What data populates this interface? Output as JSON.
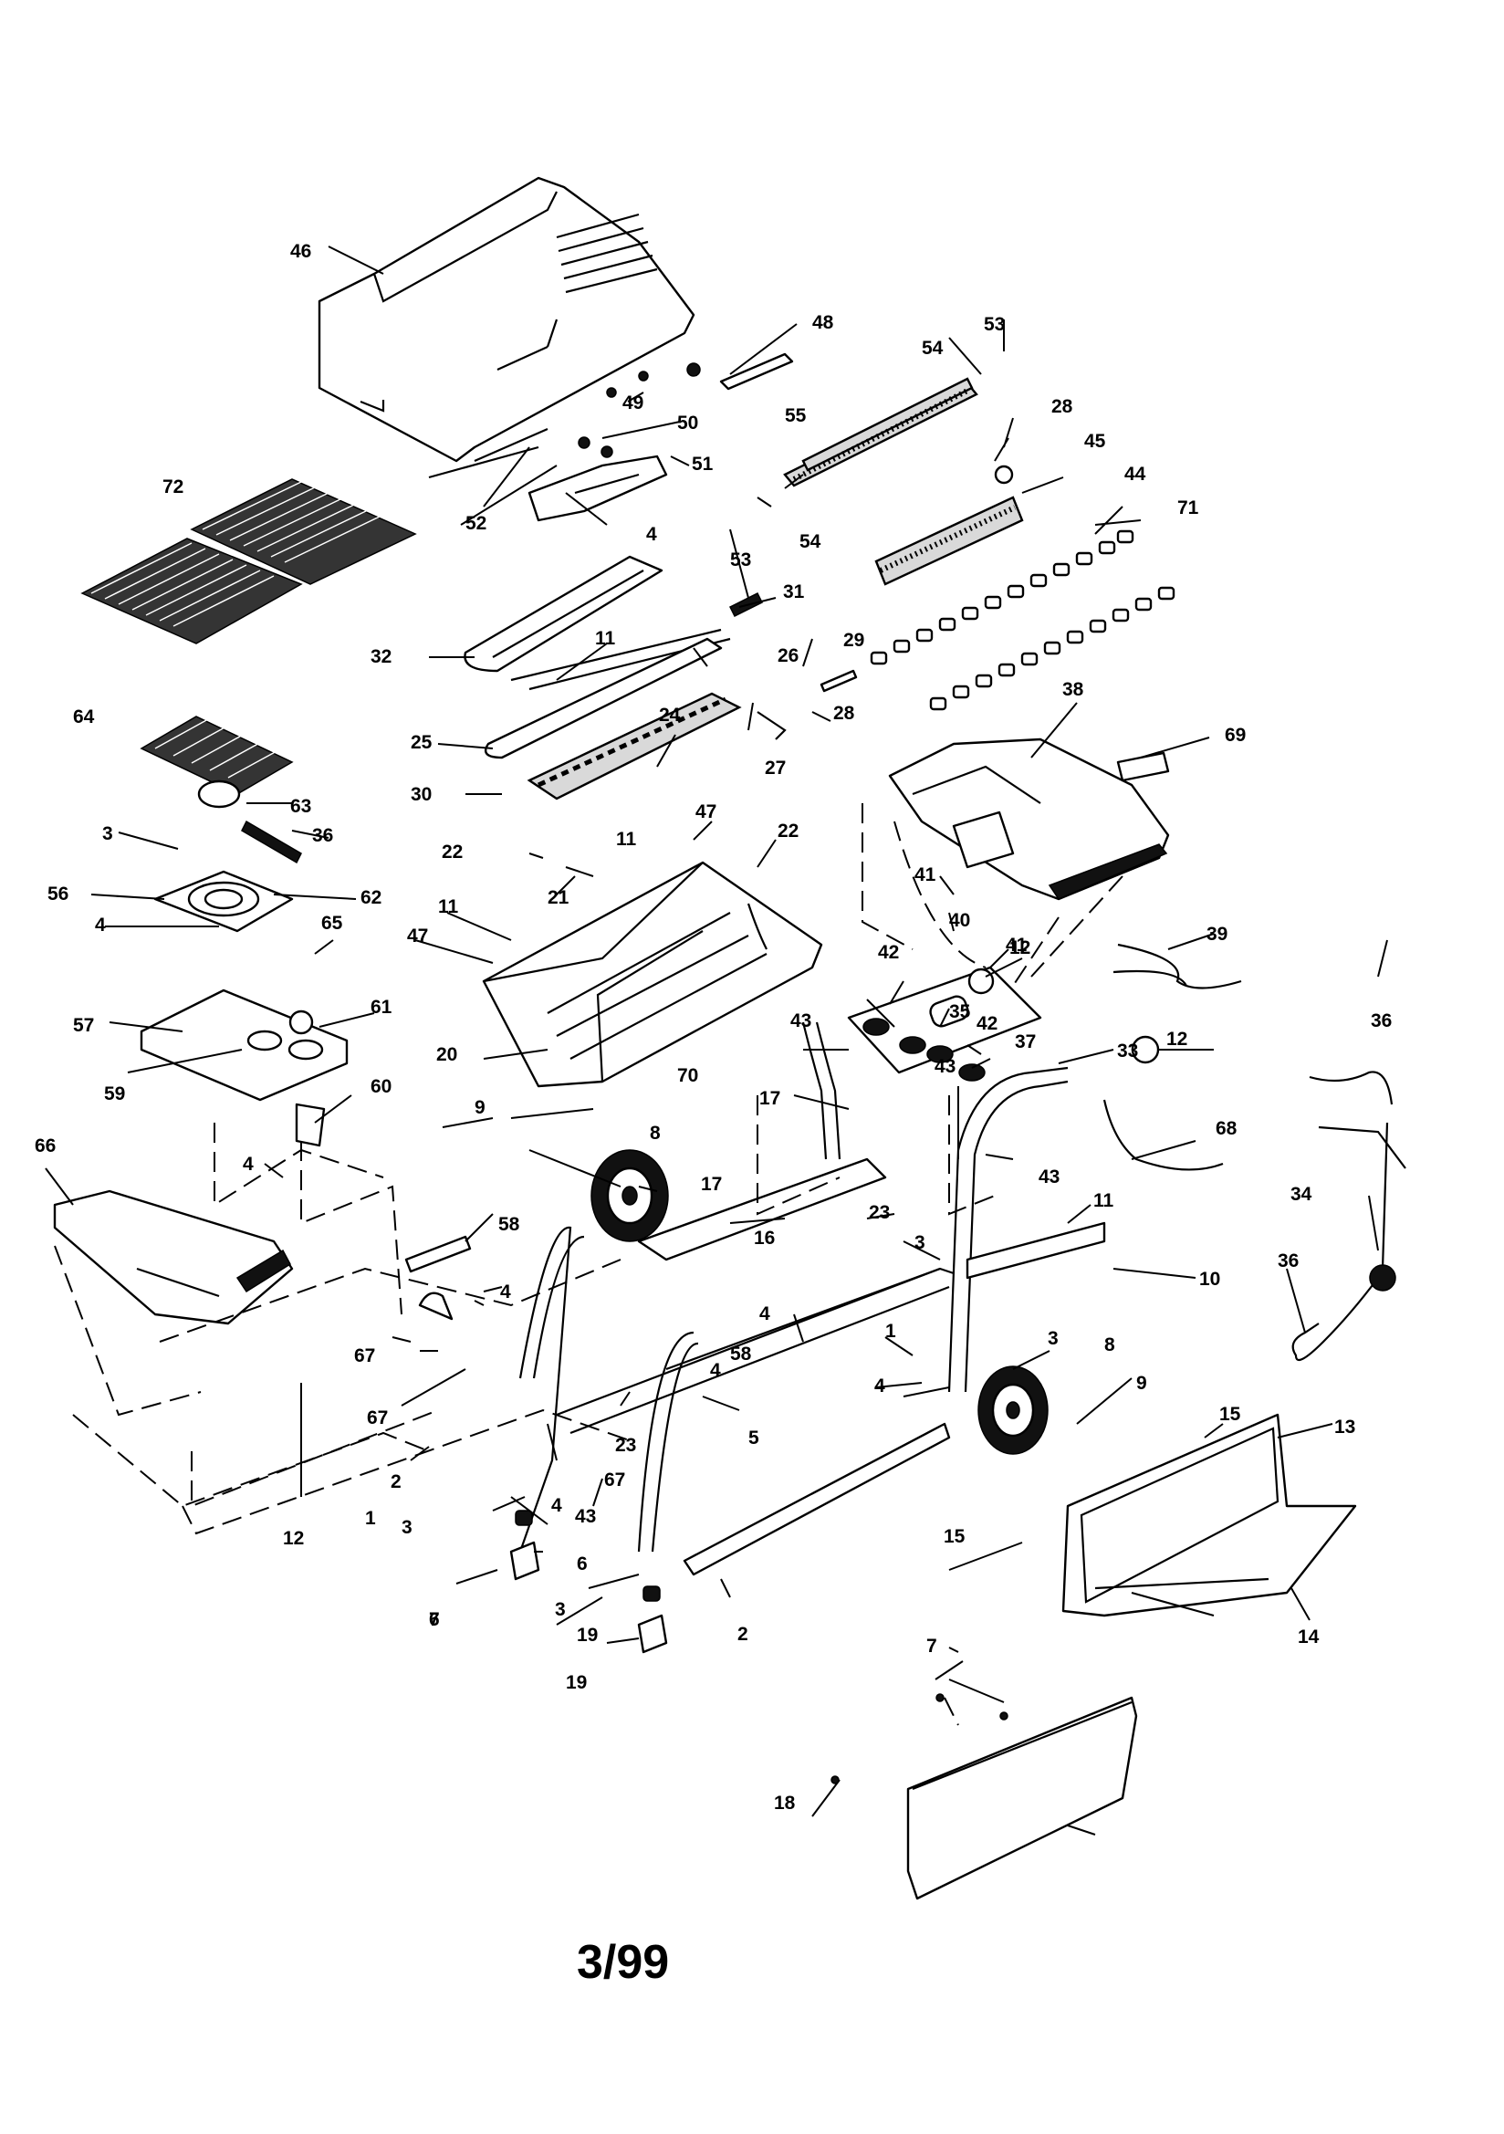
{
  "page_ref": "3/99",
  "callouts": [
    {
      "label": "46"
    },
    {
      "label": "48"
    },
    {
      "label": "53"
    },
    {
      "label": "54"
    },
    {
      "label": "49"
    },
    {
      "label": "50"
    },
    {
      "label": "51"
    },
    {
      "label": "52"
    },
    {
      "label": "4"
    },
    {
      "label": "55"
    },
    {
      "label": "28"
    },
    {
      "label": "45"
    },
    {
      "label": "44"
    },
    {
      "label": "72"
    },
    {
      "label": "53"
    },
    {
      "label": "54"
    },
    {
      "label": "71"
    },
    {
      "label": "31"
    },
    {
      "label": "32"
    },
    {
      "label": "11"
    },
    {
      "label": "26"
    },
    {
      "label": "29"
    },
    {
      "label": "64"
    },
    {
      "label": "25"
    },
    {
      "label": "24"
    },
    {
      "label": "28"
    },
    {
      "label": "27"
    },
    {
      "label": "38"
    },
    {
      "label": "69"
    },
    {
      "label": "30"
    },
    {
      "label": "63"
    },
    {
      "label": "3"
    },
    {
      "label": "36"
    },
    {
      "label": "22"
    },
    {
      "label": "47"
    },
    {
      "label": "22"
    },
    {
      "label": "11"
    },
    {
      "label": "56"
    },
    {
      "label": "62"
    },
    {
      "label": "21"
    },
    {
      "label": "41"
    },
    {
      "label": "11"
    },
    {
      "label": "4"
    },
    {
      "label": "65"
    },
    {
      "label": "47"
    },
    {
      "label": "40"
    },
    {
      "label": "41"
    },
    {
      "label": "12"
    },
    {
      "label": "39"
    },
    {
      "label": "61"
    },
    {
      "label": "42"
    },
    {
      "label": "57"
    },
    {
      "label": "20"
    },
    {
      "label": "35"
    },
    {
      "label": "43"
    },
    {
      "label": "42"
    },
    {
      "label": "33"
    },
    {
      "label": "36"
    },
    {
      "label": "59"
    },
    {
      "label": "37"
    },
    {
      "label": "12"
    },
    {
      "label": "60"
    },
    {
      "label": "70"
    },
    {
      "label": "9"
    },
    {
      "label": "17"
    },
    {
      "label": "43"
    },
    {
      "label": "8"
    },
    {
      "label": "68"
    },
    {
      "label": "66"
    },
    {
      "label": "4"
    },
    {
      "label": "17"
    },
    {
      "label": "43"
    },
    {
      "label": "23"
    },
    {
      "label": "11"
    },
    {
      "label": "34"
    },
    {
      "label": "58"
    },
    {
      "label": "16"
    },
    {
      "label": "3"
    },
    {
      "label": "10"
    },
    {
      "label": "36"
    },
    {
      "label": "4"
    },
    {
      "label": "4"
    },
    {
      "label": "1"
    },
    {
      "label": "3"
    },
    {
      "label": "58"
    },
    {
      "label": "67"
    },
    {
      "label": "8"
    },
    {
      "label": "4"
    },
    {
      "label": "9"
    },
    {
      "label": "15"
    },
    {
      "label": "5"
    },
    {
      "label": "67"
    },
    {
      "label": "13"
    },
    {
      "label": "23"
    },
    {
      "label": "2"
    },
    {
      "label": "67"
    },
    {
      "label": "4"
    },
    {
      "label": "1"
    },
    {
      "label": "3"
    },
    {
      "label": "4"
    },
    {
      "label": "43"
    },
    {
      "label": "15"
    },
    {
      "label": "12"
    },
    {
      "label": "6"
    },
    {
      "label": "14"
    },
    {
      "label": "3"
    },
    {
      "label": "7"
    },
    {
      "label": "2"
    },
    {
      "label": "6"
    },
    {
      "label": "19"
    },
    {
      "label": "7"
    },
    {
      "label": "19"
    },
    {
      "label": "18"
    }
  ]
}
